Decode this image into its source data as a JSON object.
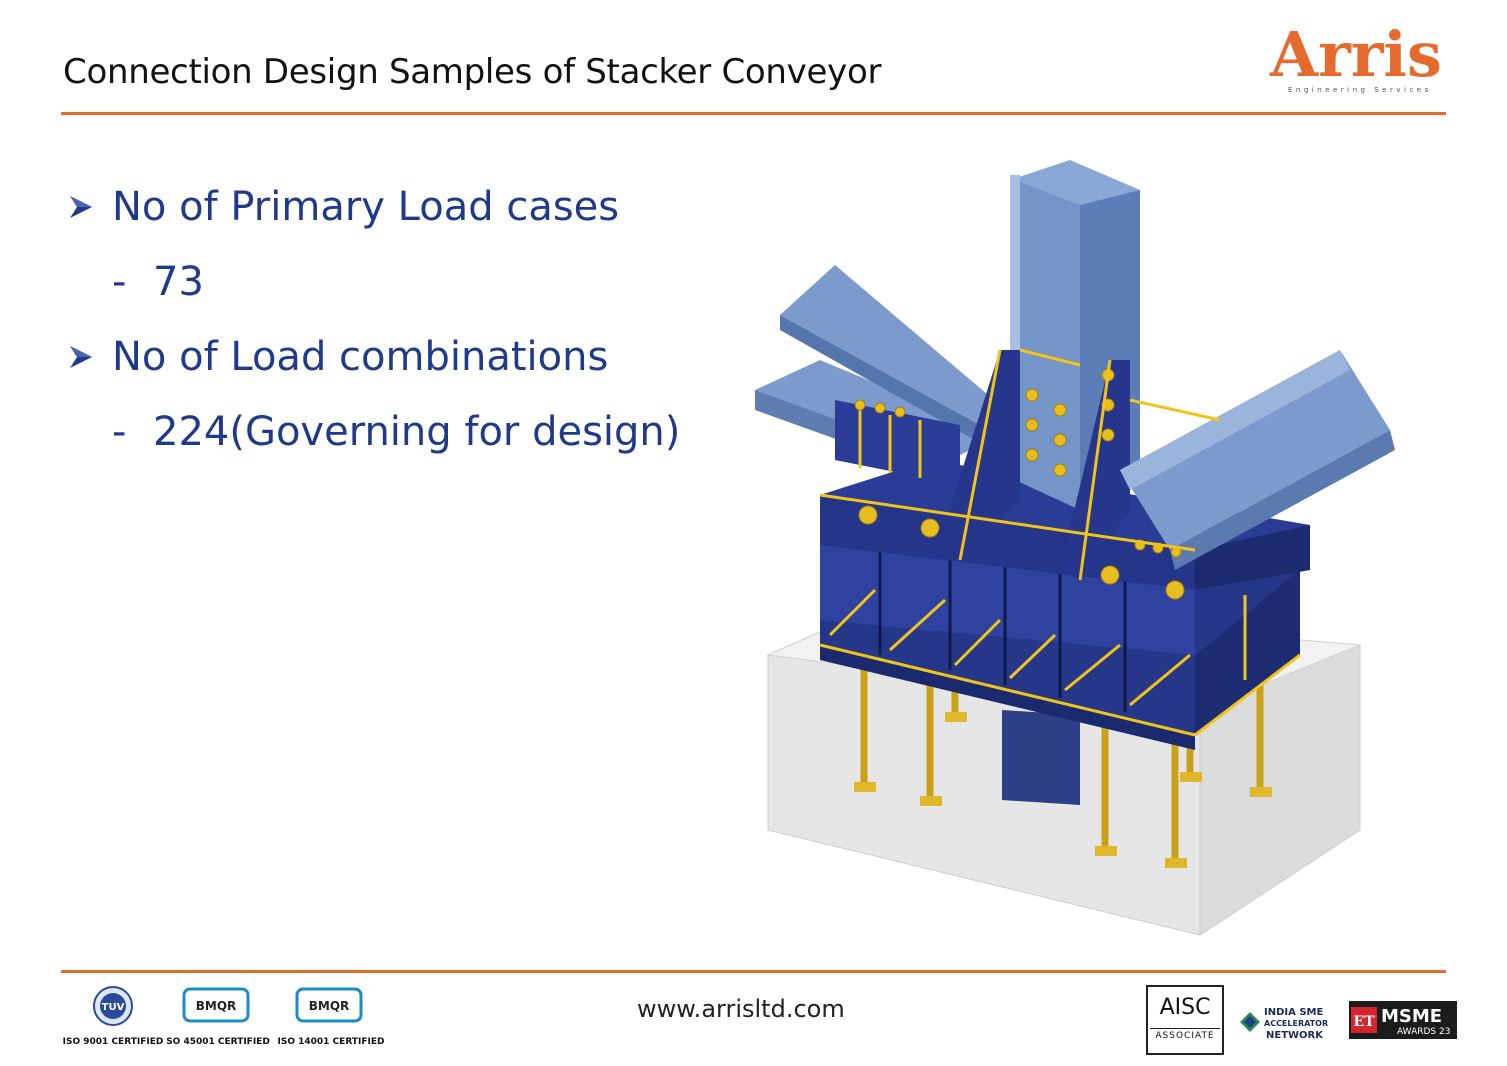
{
  "header": {
    "title": "Connection Design Samples of Stacker Conveyor",
    "logo": {
      "name": "Arris",
      "tagline": "Engineering Services",
      "accent": "#e46a2e"
    }
  },
  "content": {
    "bullets": [
      {
        "text": "No of Primary Load cases",
        "sub": "73"
      },
      {
        "text": "No of Load combinations",
        "sub": "224(Governing for design)"
      }
    ],
    "text_color": "#1f3a8a",
    "bullet_icon": "arrow-right-icon",
    "sub_marker": "-"
  },
  "illustration": {
    "subject": "steel-connection-3d-model",
    "colors": {
      "beam": "#7c9bcc",
      "base": "#23357a",
      "weld": "#f0c419",
      "concrete": "#e3e3e3"
    }
  },
  "footer": {
    "url": "www.arrisltd.com",
    "certifications": [
      {
        "logo": "TUV",
        "caption": "ISO 9001 CERTIFIED"
      },
      {
        "logo": "BMQR",
        "caption": "SO 45001 CERTIFIED"
      },
      {
        "logo": "BMQR",
        "caption": "ISO 14001 CERTIFIED"
      }
    ],
    "aisc": {
      "top": "AISC",
      "bottom": "ASSOCIATE"
    },
    "india_sme": {
      "line1": "INDIA SME",
      "line2": "ACCELERATOR",
      "line3": "NETWORK"
    },
    "et_msme": {
      "et": "ET",
      "msme": "MSME",
      "awards": "AWARDS 23"
    }
  }
}
